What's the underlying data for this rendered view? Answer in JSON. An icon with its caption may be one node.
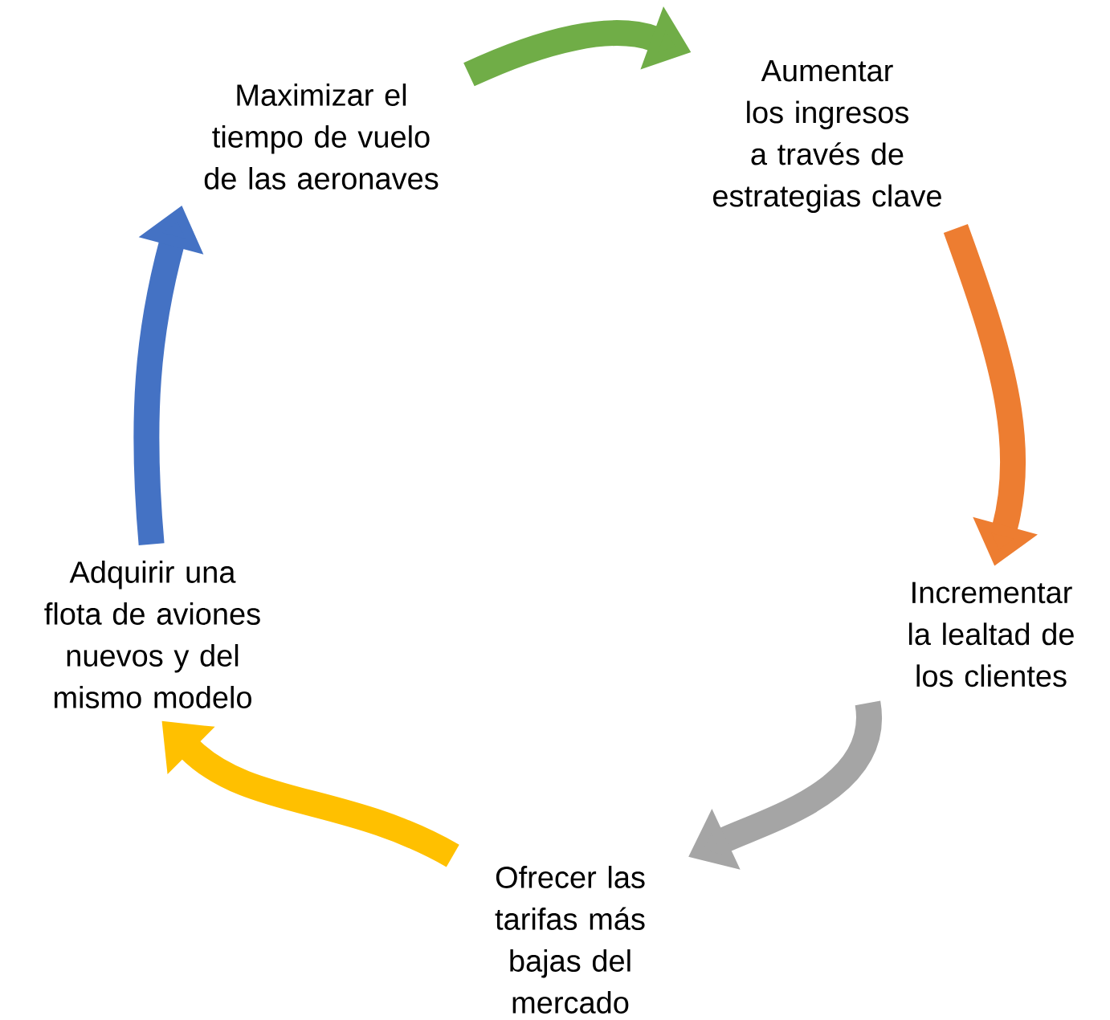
{
  "diagram": {
    "nodes": [
      {
        "text": [
          "Maximizar el tiempo de vuelo de las aeronaves"
        ]
      },
      {
        "text": [
          "Aumentar los ingresos a través de estrategias clave"
        ]
      },
      {
        "text": [
          "Incrementar la lealtad de los clientes"
        ]
      },
      {
        "text": [
          "Ofrecer las tarifas más bajas del mercado"
        ]
      },
      {
        "text": [
          "Adquirir una flota de aviones nuevos y del mismo modelo"
        ]
      }
    ],
    "edges": [
      {
        "from": 0,
        "to": 1,
        "arrow": "to",
        "color": "#70ad47"
      },
      {
        "from": 1,
        "to": 2,
        "arrow": "to",
        "color": "#ed7d31"
      },
      {
        "from": 2,
        "to": 3,
        "arrow": "to",
        "color": "#a5a5a5"
      },
      {
        "from": 3,
        "to": 4,
        "arrow": "to",
        "color": "#ffc000"
      },
      {
        "from": 4,
        "to": 0,
        "arrow": "to",
        "color": "#4472c4"
      }
    ]
  }
}
